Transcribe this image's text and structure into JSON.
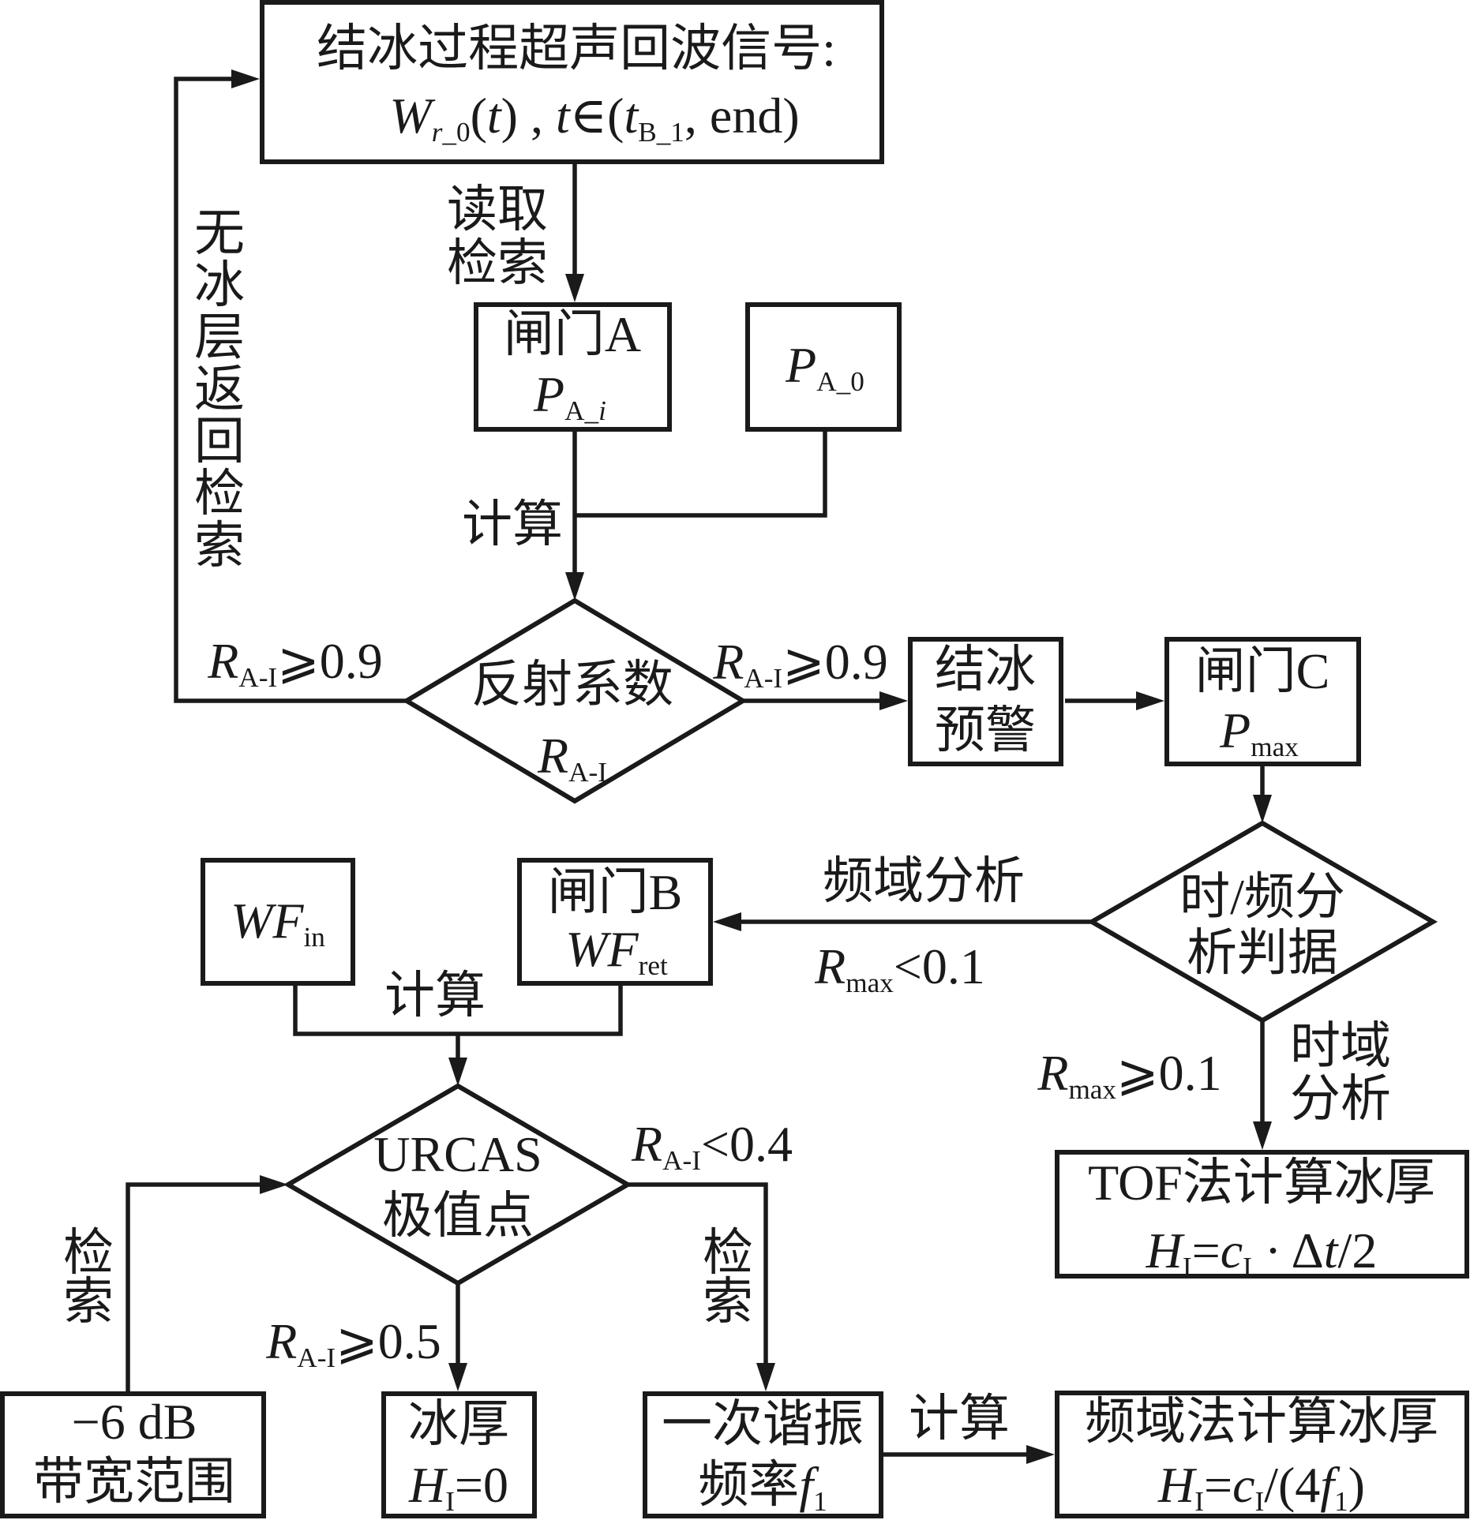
{
  "figure": {
    "type": "flowchart",
    "stroke_color": "#1a1a1a",
    "background": "#ffffff"
  },
  "nodes": {
    "signal": {
      "title": "结冰过程超声回波信号:",
      "formula": [
        "W",
        "r",
        "_0",
        "(",
        "t",
        ")",
        " , ",
        "t",
        "∈",
        "(",
        "t",
        "B_1",
        ", end)"
      ]
    },
    "gate_a": {
      "title": "闸门A",
      "formula": [
        "P",
        "A_",
        "i"
      ]
    },
    "p_a0": {
      "formula": [
        "P",
        "A_0"
      ]
    },
    "reflection_decision": {
      "title": "反射系数",
      "formula": [
        "R",
        "A-I"
      ]
    },
    "icing_warning": {
      "lines": [
        "结冰",
        "预警"
      ]
    },
    "gate_c": {
      "title": "闸门C",
      "formula": [
        "P",
        "max"
      ]
    },
    "tf_decision": {
      "lines": [
        "时/频分",
        "析判据"
      ]
    },
    "tof_thickness": {
      "title": "TOF法计算冰厚",
      "formula": [
        "H",
        "I",
        "=",
        "c",
        "I",
        " · Δ",
        "t",
        "/2"
      ]
    },
    "gate_b": {
      "title": "闸门B",
      "formula": [
        "WF",
        "ret"
      ]
    },
    "wf_in": {
      "formula": [
        "WF",
        "in"
      ]
    },
    "urcas_decision": {
      "lines": [
        "URCAS",
        "极值点"
      ]
    },
    "bandwidth": {
      "lines": [
        "−6 dB",
        "带宽范围"
      ]
    },
    "zero_thickness": {
      "title": "冰厚",
      "formula": [
        "H",
        "I",
        "=0"
      ]
    },
    "first_harmonic": {
      "title": "一次谐振",
      "formula": [
        "频率",
        "f",
        "1"
      ]
    },
    "freq_thickness": {
      "title": "频域法计算冰厚",
      "formula": [
        "H",
        "I",
        "=",
        "c",
        "I",
        "/(4",
        "f",
        "1",
        ")"
      ]
    }
  },
  "edge_labels": {
    "read_retrieve": [
      "读取",
      "检索"
    ],
    "calc_reflection": "计算",
    "no_ice_return": "无冰层返回检索",
    "cond_no_ice": [
      "R",
      "A-I",
      "⩾0.9"
    ],
    "cond_ice": [
      "R",
      "A-I",
      "⩾0.9"
    ],
    "freq_analysis": "频域分析",
    "cond_freq": [
      "R",
      "max",
      "<0.1"
    ],
    "time_analysis": [
      "时域",
      "分析"
    ],
    "cond_time": [
      "R",
      "max",
      "⩾0.1"
    ],
    "calc_urcas": "计算",
    "cond_lt04": [
      "R",
      "A-I",
      "<0.4"
    ],
    "retrieve_right": "检索",
    "cond_ge05": [
      "R",
      "A-I",
      "⩾0.5"
    ],
    "retrieve_left": "检索",
    "calc_freq": "计算"
  },
  "edges": [
    {
      "from": "signal",
      "to": "gate_a",
      "label": "read_retrieve"
    },
    {
      "from": "gate_a",
      "to": "reflection_decision",
      "label": "calc_reflection"
    },
    {
      "from": "p_a0",
      "to": "reflection_decision",
      "label": "calc_reflection"
    },
    {
      "from": "reflection_decision",
      "to": "signal",
      "label": "cond_no_ice"
    },
    {
      "from": "reflection_decision",
      "to": "icing_warning",
      "label": "cond_ice"
    },
    {
      "from": "icing_warning",
      "to": "gate_c",
      "label": ""
    },
    {
      "from": "gate_c",
      "to": "tf_decision",
      "label": ""
    },
    {
      "from": "tf_decision",
      "to": "gate_b",
      "label": "freq_analysis"
    },
    {
      "from": "tf_decision",
      "to": "tof_thickness",
      "label": "time_analysis"
    },
    {
      "from": "wf_in",
      "to": "urcas_decision",
      "label": "calc_urcas"
    },
    {
      "from": "gate_b",
      "to": "urcas_decision",
      "label": "calc_urcas"
    },
    {
      "from": "urcas_decision",
      "to": "zero_thickness",
      "label": "cond_ge05"
    },
    {
      "from": "urcas_decision",
      "to": "first_harmonic",
      "label": "cond_lt04"
    },
    {
      "from": "bandwidth",
      "to": "urcas_decision",
      "label": "retrieve_left"
    },
    {
      "from": "first_harmonic",
      "to": "freq_thickness",
      "label": "calc_freq"
    }
  ]
}
